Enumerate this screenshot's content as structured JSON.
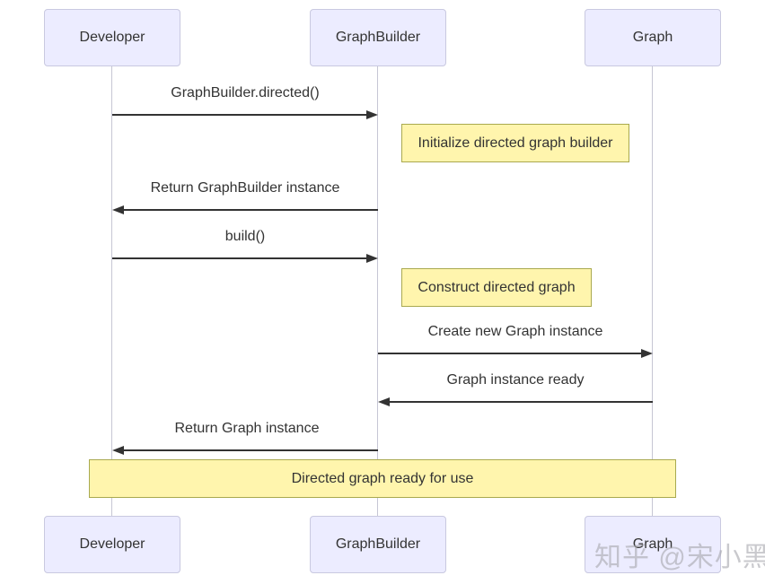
{
  "diagram_type": "sequence-diagram",
  "colors": {
    "actor_fill": "#ECECFF",
    "actor_border": "#C9C9E0",
    "note_fill": "#FFF5AD",
    "note_border": "#A9A94F",
    "message_line": "#333333",
    "lifeline": "#C6C6D4",
    "text": "#333333",
    "watermark_text_color": "#A9A9B0"
  },
  "actors": [
    {
      "label": "Developer"
    },
    {
      "label": "GraphBuilder"
    },
    {
      "label": "Graph"
    }
  ],
  "messages": [
    {
      "text": "GraphBuilder.directed()",
      "from": "Developer",
      "to": "GraphBuilder",
      "direction": "right"
    },
    {
      "text": "Return GraphBuilder instance",
      "from": "GraphBuilder",
      "to": "Developer",
      "direction": "left"
    },
    {
      "text": "build()",
      "from": "Developer",
      "to": "GraphBuilder",
      "direction": "right"
    },
    {
      "text": "Create new Graph instance",
      "from": "GraphBuilder",
      "to": "Graph",
      "direction": "right"
    },
    {
      "text": "Graph instance ready",
      "from": "Graph",
      "to": "GraphBuilder",
      "direction": "left"
    },
    {
      "text": "Return Graph instance",
      "from": "GraphBuilder",
      "to": "Developer",
      "direction": "left"
    }
  ],
  "notes": [
    {
      "text": "Initialize directed graph builder",
      "position": "right of GraphBuilder"
    },
    {
      "text": "Construct directed graph",
      "position": "right of GraphBuilder"
    },
    {
      "text": "Directed graph ready for use",
      "position": "over all actors"
    }
  ],
  "watermark": {
    "text": "知乎 @宋小黑"
  }
}
